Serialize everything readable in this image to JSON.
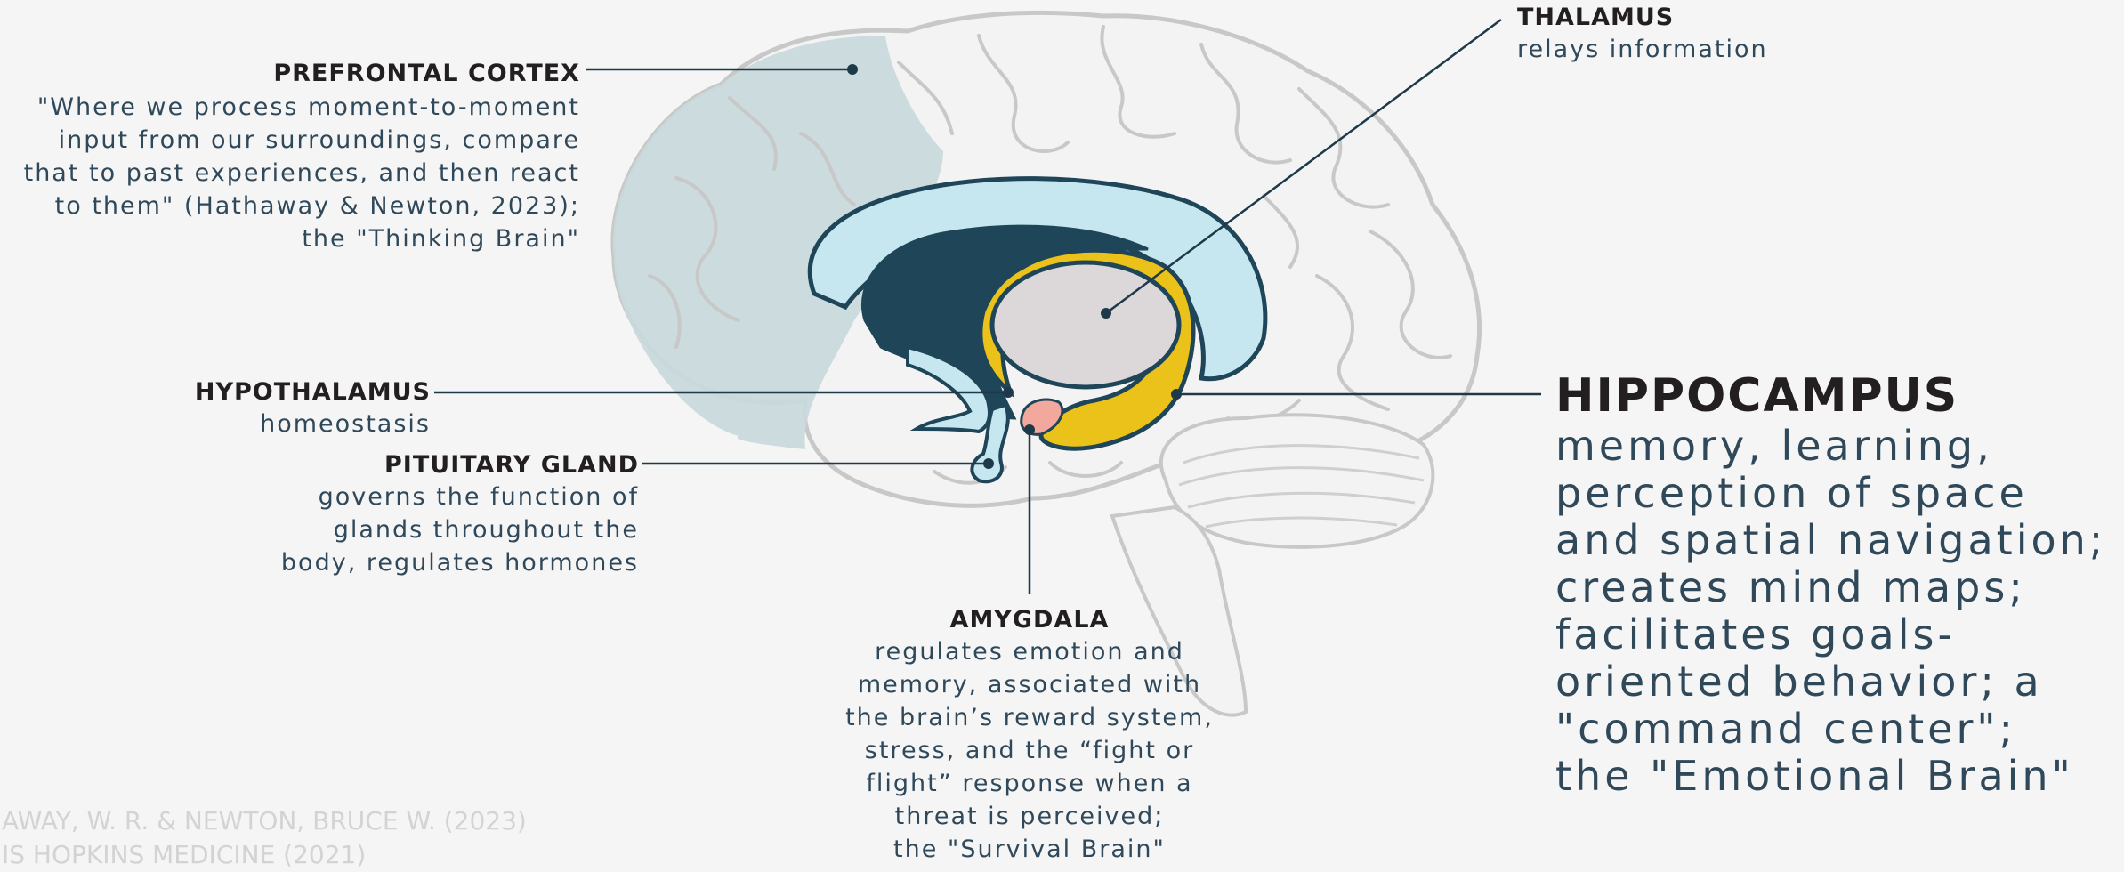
{
  "labels": {
    "prefrontal": {
      "title": "PREFRONTAL CORTEX",
      "lines": [
        "\"Where we process moment-to-moment",
        "input from our surroundings, compare",
        "that to past experiences, and then react",
        "to them\" (Hathaway & Newton, 2023);",
        "the \"Thinking Brain\""
      ]
    },
    "thalamus": {
      "title": "THALAMUS",
      "lines": [
        "relays information"
      ]
    },
    "hypothalamus": {
      "title": "HYPOTHALAMUS",
      "lines": [
        "homeostasis"
      ]
    },
    "pituitary": {
      "title": "PITUITARY GLAND",
      "lines": [
        "governs the function of",
        "glands throughout the",
        "body, regulates hormones"
      ]
    },
    "amygdala": {
      "title": "AMYGDALA",
      "lines": [
        "regulates emotion and",
        "memory, associated with",
        "the brain’s reward system,",
        "stress, and the “fight or",
        "flight” response when a",
        "threat is perceived;",
        "the \"Survival Brain\""
      ]
    },
    "hippocampus": {
      "title": "HIPPOCAMPUS",
      "lines": [
        "memory, learning,",
        "perception of space",
        "and spatial navigation;",
        "creates mind maps;",
        "facilitates goals-",
        "oriented behavior; a",
        "\"command center\";",
        "the \"Emotional Brain\""
      ]
    }
  },
  "references": [
    "AWAY, W. R. & NEWTON, BRUCE W. (2023)",
    "IS HOPKINS MEDICINE (2021)"
  ],
  "colors": {
    "background": "#f5f5f5",
    "prefrontal_shade": "#c9d9db",
    "corpus_light": "#c6e7ef",
    "corpus_dark": "#1e4558",
    "limbic_yellow": "#ebc21a",
    "thalamus_fill": "#dcd8da",
    "amygdala_pink": "#f2a89c",
    "leader_line": "#1e3a4a"
  }
}
